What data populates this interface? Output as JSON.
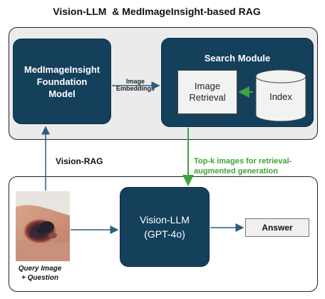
{
  "title": "Vision-LLM  & MedImageInsight-based RAG",
  "foundation_model": {
    "label": "MedImageInsight\nFoundation\nModel"
  },
  "edge_embeddings": {
    "label": "Image\nEmbeddings"
  },
  "search_module": {
    "title": "Search Module",
    "retrieval_label": "Image\nRetrieval",
    "index_label": "Index"
  },
  "vision_rag_label": "Vision-RAG",
  "topk_label": "Top-k images for retrieval-\naugmented generation",
  "vision_llm": {
    "label": "Vision-LLM\n(GPT-4o)"
  },
  "answer_label": "Answer",
  "query_caption": "Query Image\n+ Question",
  "colors": {
    "dark_box": "#15405c",
    "panel_top": "#ebebeb",
    "green_arrow": "#3fa33a",
    "arrow": "#2c5f7c"
  }
}
